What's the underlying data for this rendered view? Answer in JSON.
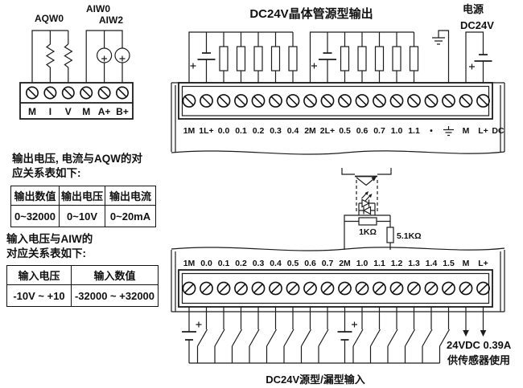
{
  "colors": {
    "line": "#1c1c1c",
    "background": "#ffffff",
    "text": "#111111"
  },
  "analog_block": {
    "aqw_label": "AQW0",
    "aiw0_label": "AIW0",
    "aiw2_label": "AIW2",
    "terminals": [
      "M",
      "I",
      "V",
      "M",
      "A+",
      "B+"
    ]
  },
  "output_module": {
    "title": "DC24V晶体管源型输出",
    "power_label_line1": "电源",
    "power_label_line2": "DC24V",
    "terminals": [
      "1M",
      "1L+",
      "0.0",
      "0.1",
      "0.2",
      "0.3",
      "0.4",
      "2M",
      "2L+",
      "0.5",
      "0.6",
      "0.7",
      "1.0",
      "1.1",
      "•",
      "⏚",
      "M",
      "L+",
      "DC"
    ]
  },
  "input_module": {
    "terminals": [
      "1M",
      "0.0",
      "0.1",
      "0.2",
      "0.3",
      "0.4",
      "0.5",
      "0.6",
      "0.7",
      "2M",
      "1.0",
      "1.1",
      "1.2",
      "1.3",
      "1.4",
      "1.5",
      "M",
      "L+"
    ],
    "resistor_1k": "1KΩ",
    "resistor_5k1": "5.1KΩ",
    "sensor_supply_line1": "24VDC  0.39A",
    "sensor_supply_line2": "供传感器使用",
    "caption": "DC24V源型/漏型输入"
  },
  "aqw_table": {
    "intro_line1": "输出电压, 电流与AQW的对",
    "intro_line2": "应关系表如下:",
    "headers": [
      "输出数值",
      "输出电压",
      "输出电流"
    ],
    "rows": [
      [
        "0~32000",
        "0~10V",
        "0~20mA"
      ]
    ]
  },
  "aiw_table": {
    "intro_line1": "输入电压与AIW的",
    "intro_line2": "对应关系表如下:",
    "headers": [
      "输入电压",
      "输入数值"
    ],
    "rows": [
      [
        "-10V ~ +10",
        "-32000 ~ +32000"
      ]
    ]
  }
}
